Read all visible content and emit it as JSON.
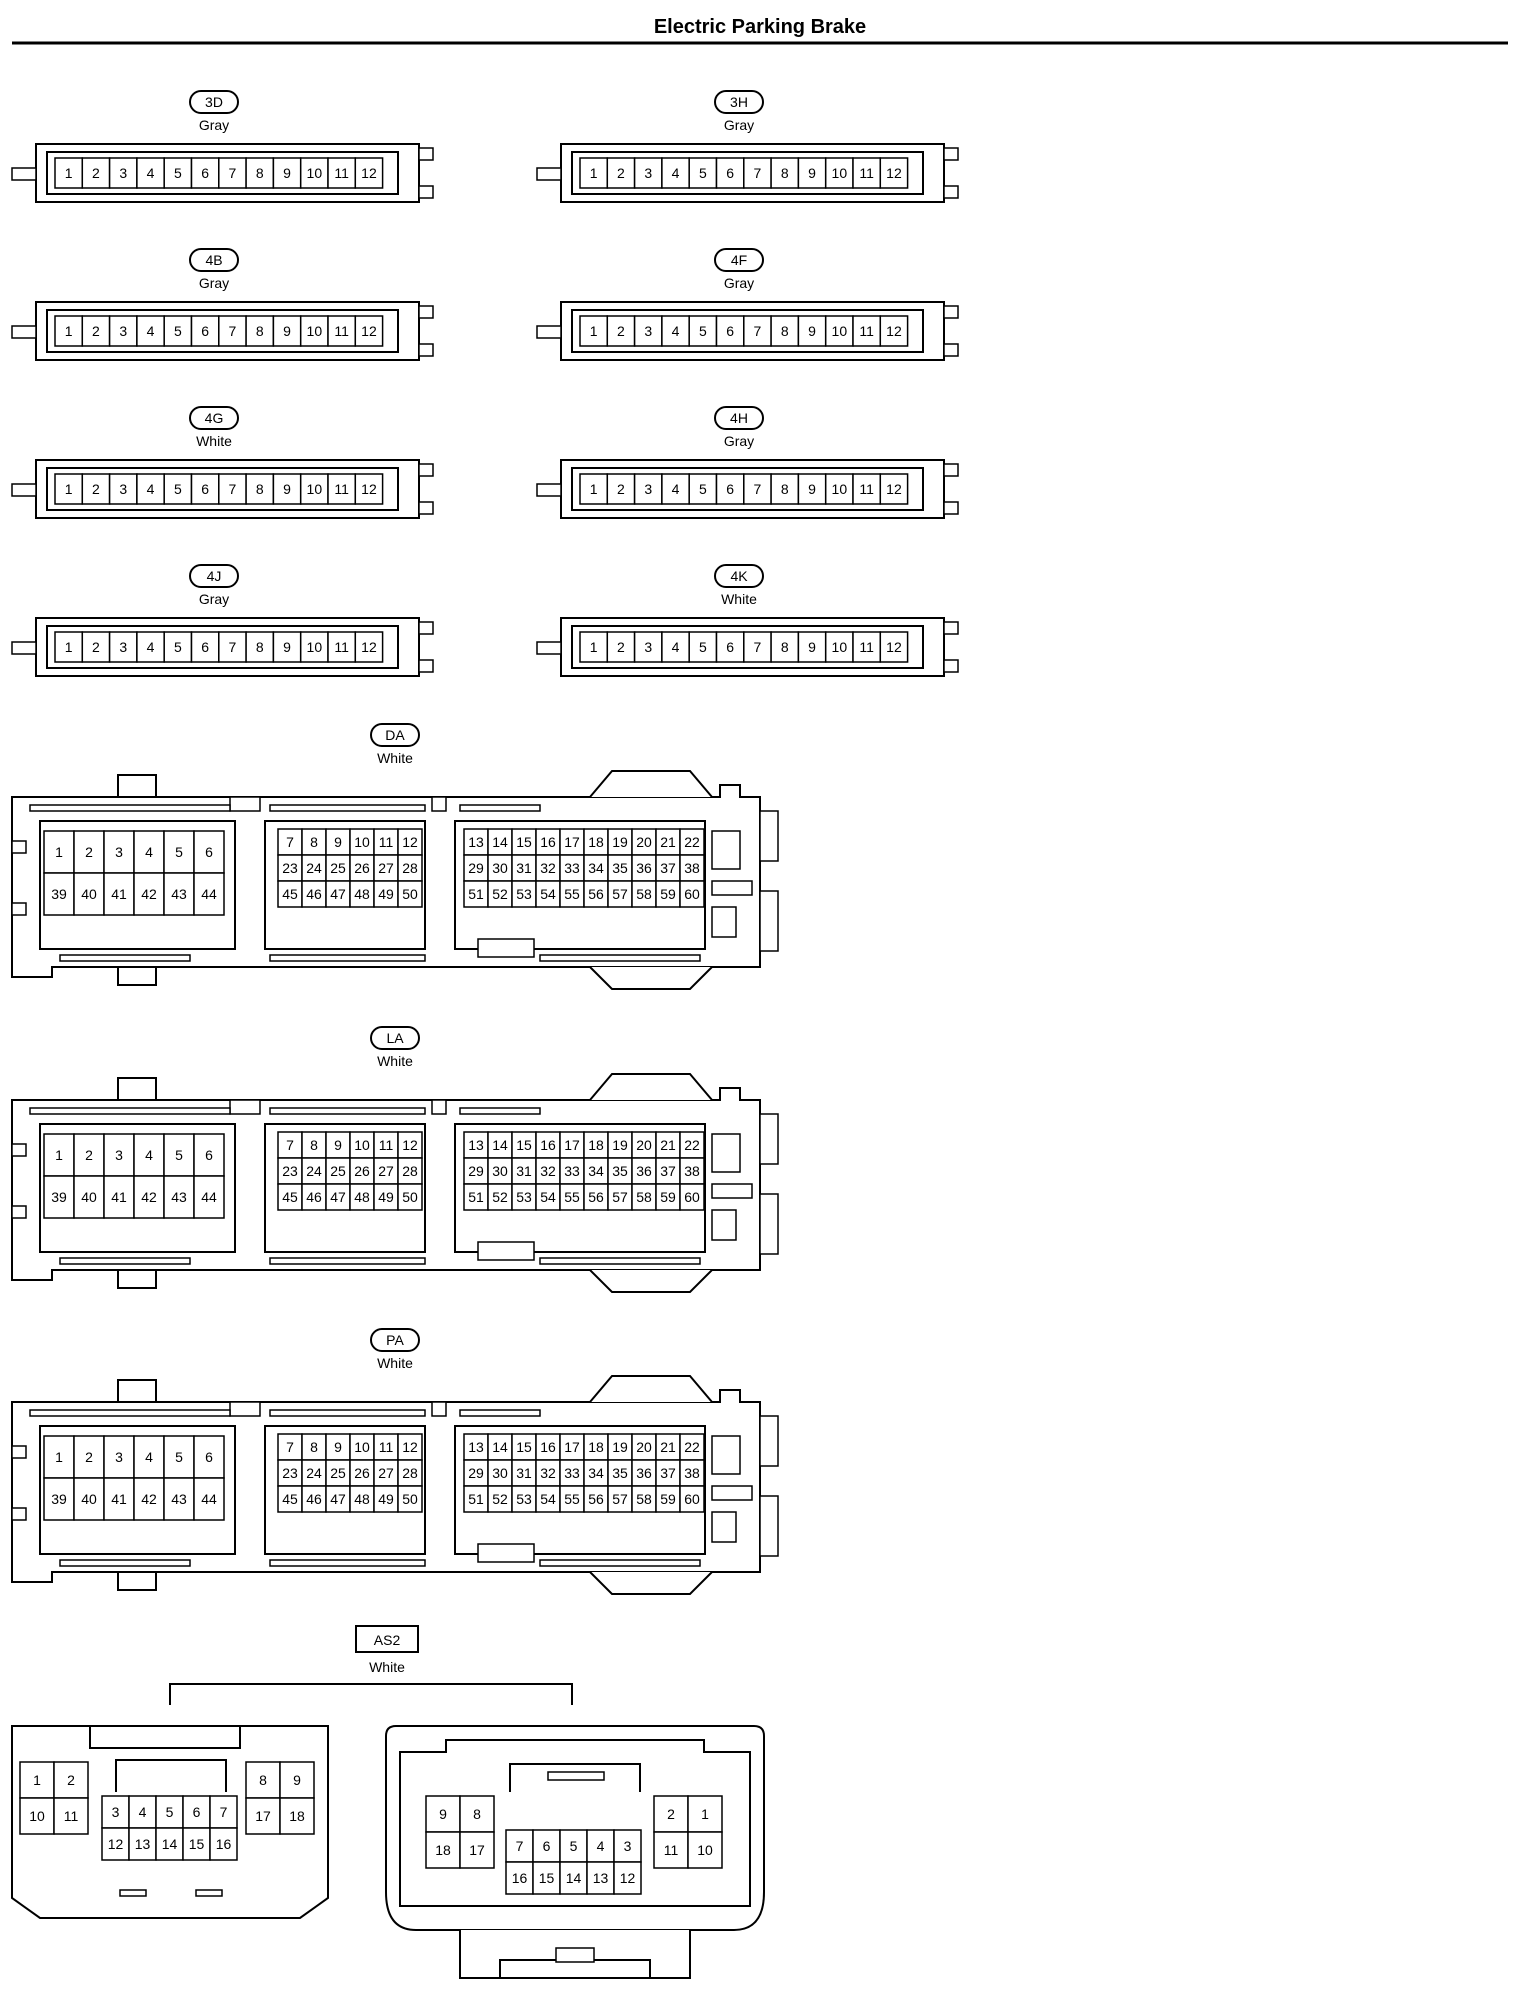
{
  "title": "Electric Parking Brake",
  "small_connectors": [
    {
      "id": "3D",
      "color": "Gray",
      "pins": [
        "1",
        "2",
        "3",
        "4",
        "5",
        "6",
        "7",
        "8",
        "9",
        "10",
        "11",
        "12"
      ]
    },
    {
      "id": "3H",
      "color": "Gray",
      "pins": [
        "1",
        "2",
        "3",
        "4",
        "5",
        "6",
        "7",
        "8",
        "9",
        "10",
        "11",
        "12"
      ]
    },
    {
      "id": "4B",
      "color": "Gray",
      "pins": [
        "1",
        "2",
        "3",
        "4",
        "5",
        "6",
        "7",
        "8",
        "9",
        "10",
        "11",
        "12"
      ]
    },
    {
      "id": "4F",
      "color": "Gray",
      "pins": [
        "1",
        "2",
        "3",
        "4",
        "5",
        "6",
        "7",
        "8",
        "9",
        "10",
        "11",
        "12"
      ]
    },
    {
      "id": "4G",
      "color": "White",
      "pins": [
        "1",
        "2",
        "3",
        "4",
        "5",
        "6",
        "7",
        "8",
        "9",
        "10",
        "11",
        "12"
      ]
    },
    {
      "id": "4H",
      "color": "Gray",
      "pins": [
        "1",
        "2",
        "3",
        "4",
        "5",
        "6",
        "7",
        "8",
        "9",
        "10",
        "11",
        "12"
      ]
    },
    {
      "id": "4J",
      "color": "Gray",
      "pins": [
        "1",
        "2",
        "3",
        "4",
        "5",
        "6",
        "7",
        "8",
        "9",
        "10",
        "11",
        "12"
      ]
    },
    {
      "id": "4K",
      "color": "White",
      "pins": [
        "1",
        "2",
        "3",
        "4",
        "5",
        "6",
        "7",
        "8",
        "9",
        "10",
        "11",
        "12"
      ]
    }
  ],
  "large_connectors": [
    {
      "id": "DA",
      "color": "White"
    },
    {
      "id": "LA",
      "color": "White"
    },
    {
      "id": "PA",
      "color": "White"
    }
  ],
  "large_pins": {
    "left": [
      [
        "1",
        "2",
        "3",
        "4",
        "5",
        "6"
      ],
      [
        "39",
        "40",
        "41",
        "42",
        "43",
        "44"
      ]
    ],
    "middle": [
      [
        "7",
        "8",
        "9",
        "10",
        "11",
        "12"
      ],
      [
        "23",
        "24",
        "25",
        "26",
        "27",
        "28"
      ],
      [
        "45",
        "46",
        "47",
        "48",
        "49",
        "50"
      ]
    ],
    "right": [
      [
        "13",
        "14",
        "15",
        "16",
        "17",
        "18",
        "19",
        "20",
        "21",
        "22"
      ],
      [
        "29",
        "30",
        "31",
        "32",
        "33",
        "34",
        "35",
        "36",
        "37",
        "38"
      ],
      [
        "51",
        "52",
        "53",
        "54",
        "55",
        "56",
        "57",
        "58",
        "59",
        "60"
      ]
    ]
  },
  "as2": {
    "id": "AS2",
    "color": "White",
    "left_pins": {
      "top_left": [
        [
          "1",
          "2"
        ],
        [
          "10",
          "11"
        ]
      ],
      "top_right": [
        [
          "8",
          "9"
        ],
        [
          "17",
          "18"
        ]
      ],
      "center": [
        [
          "3",
          "4",
          "5",
          "6",
          "7"
        ],
        [
          "12",
          "13",
          "14",
          "15",
          "16"
        ]
      ]
    },
    "right_pins": {
      "top_left": [
        [
          "9",
          "8"
        ],
        [
          "18",
          "17"
        ]
      ],
      "top_right": [
        [
          "2",
          "1"
        ],
        [
          "11",
          "10"
        ]
      ],
      "center": [
        [
          "7",
          "6",
          "5",
          "4",
          "3"
        ],
        [
          "16",
          "15",
          "14",
          "13",
          "12"
        ]
      ]
    }
  }
}
